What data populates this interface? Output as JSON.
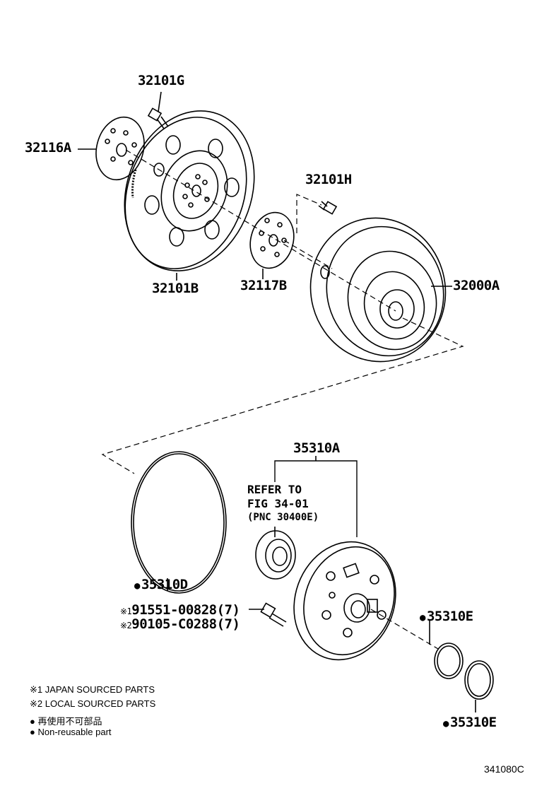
{
  "parts": {
    "p32101G": "32101G",
    "p32116A": "32116A",
    "p32101H": "32101H",
    "p32101B": "32101B",
    "p32117B": "32117B",
    "p32000A": "32000A",
    "p35310A": "35310A",
    "p35310D": "35310D",
    "p35310E_1": "35310E",
    "p35310E_2": "35310E"
  },
  "refer": {
    "line1": "REFER TO",
    "line2": "FIG 34-01",
    "line3": "(PNC 30400E)"
  },
  "bolts": {
    "mark1": "※1",
    "part1": "91551-00828(7)",
    "mark2": "※2",
    "part2": "90105-C0288(7)"
  },
  "legend": {
    "japan": "※1 JAPAN SOURCED PARTS",
    "local": "※2 LOCAL SOURCED PARTS",
    "nonreusable_jp": "再使用不可部品",
    "nonreusable_en": "Non-reusable part"
  },
  "figure_id": "341080C"
}
